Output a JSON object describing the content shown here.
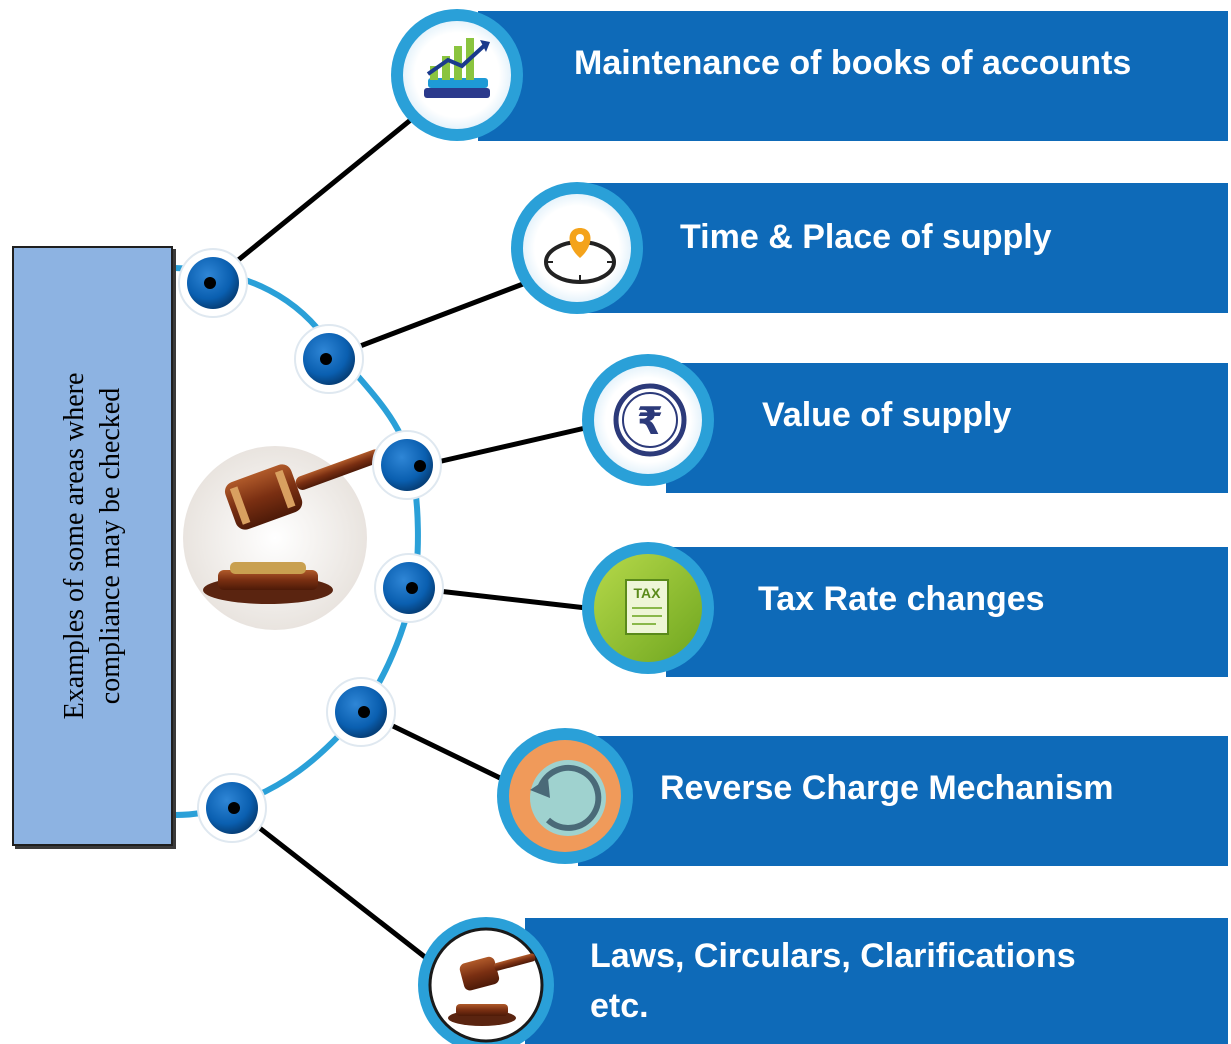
{
  "side_label": {
    "line1": "Examples of some areas where",
    "line2": "compliance may be checked"
  },
  "items": [
    {
      "label": "Maintenance of books of accounts",
      "icon": "books-chart-icon"
    },
    {
      "label": "Time & Place of supply",
      "icon": "clock-location-pin-icon"
    },
    {
      "label": "Value of supply",
      "icon": "rupee-coin-icon"
    },
    {
      "label": "Tax Rate changes",
      "icon": "tax-document-icon"
    },
    {
      "label": "Reverse Charge Mechanism",
      "icon": "reverse-arrow-icon"
    },
    {
      "label": "Laws, Circulars, Clarifications",
      "label_line2": "etc.",
      "icon": "gavel-icon"
    }
  ],
  "colors": {
    "banner": "#0e6ab8",
    "side_box": "#8db3e2",
    "node_blue": "#0a5fb0",
    "arc": "#2aa0d8"
  }
}
